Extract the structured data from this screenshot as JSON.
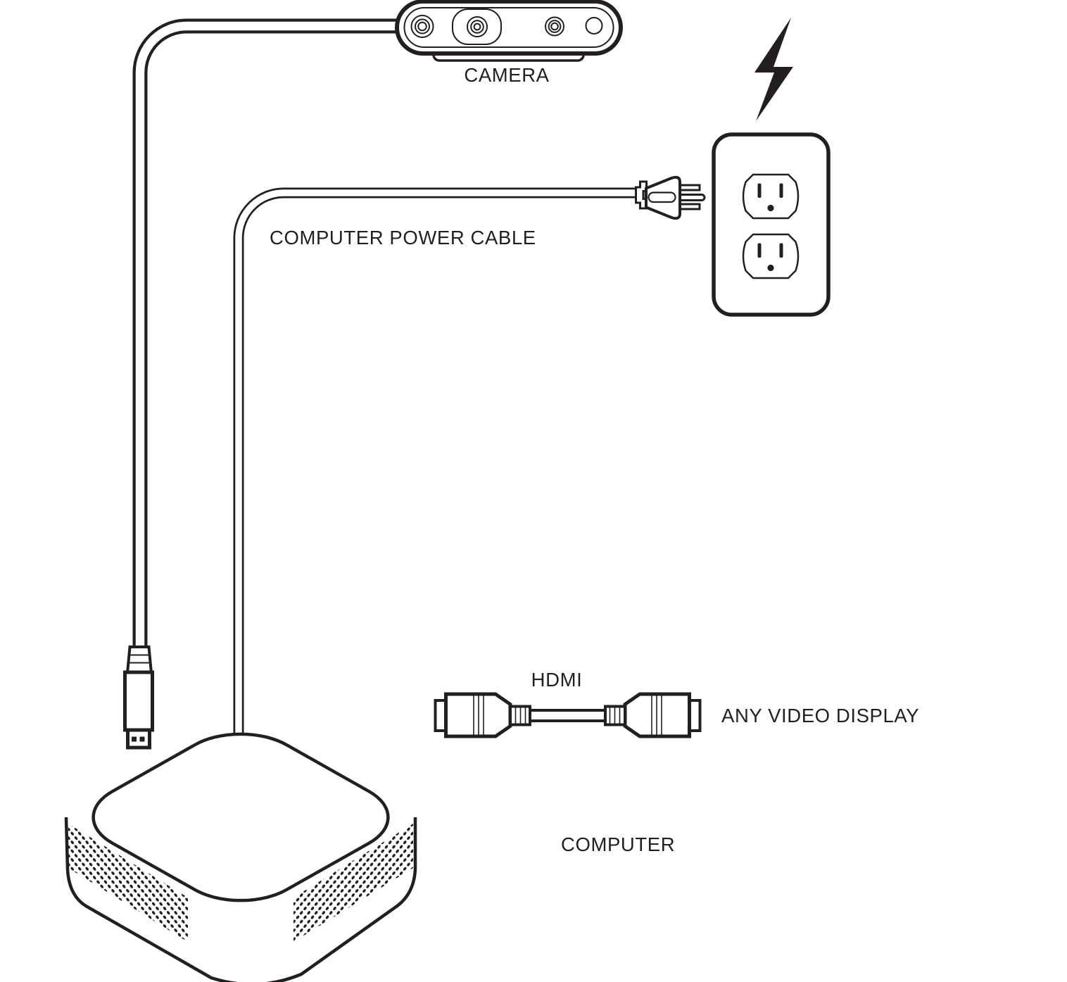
{
  "diagram": {
    "labels": {
      "camera": "CAMERA",
      "power_cable": "COMPUTER POWER CABLE",
      "hdmi": "HDMI",
      "display": "ANY VIDEO DISPLAY",
      "computer": "COMPUTER"
    },
    "icons": {
      "camera": "webcam-icon",
      "power": "lightning-bolt-icon",
      "outlet": "power-outlet-icon",
      "plug": "power-plug-icon",
      "usb": "usb-connector-icon",
      "hdmi": "hdmi-cable-icon",
      "computer": "computer-box-icon"
    },
    "colors": {
      "ink": "#231f20",
      "background": "#ffffff"
    }
  }
}
